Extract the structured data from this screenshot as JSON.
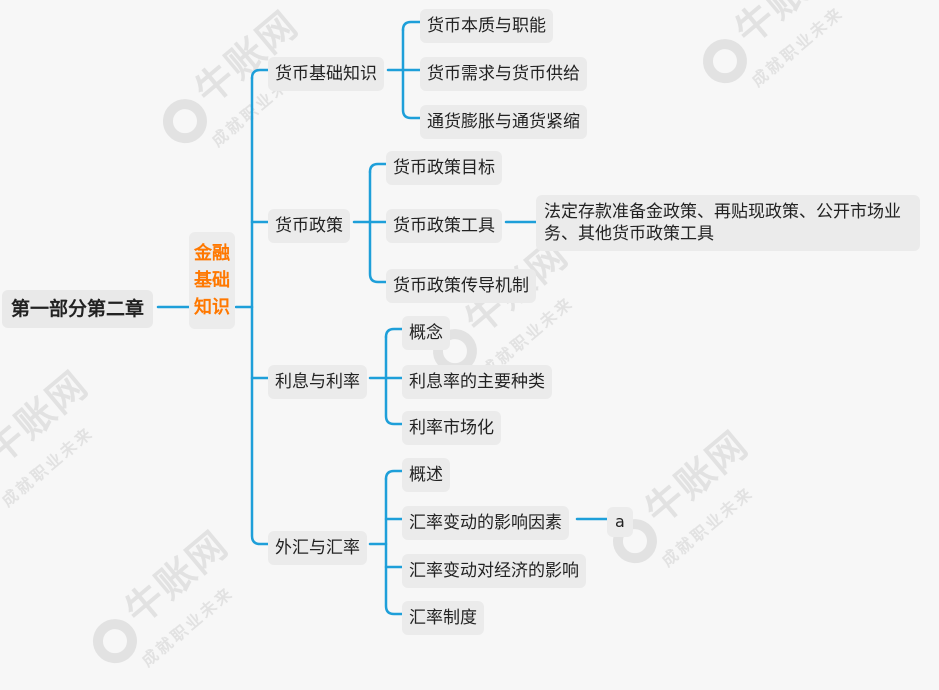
{
  "root": {
    "label": "第一部分第二章"
  },
  "main": {
    "label": "金融基础知识"
  },
  "watermark": {
    "brand": "牛账网",
    "slogan": "成就职业未来"
  },
  "colors": {
    "line": "#1e9fd9",
    "accent": "#ff7800",
    "node_bg": "#ebebeb"
  },
  "branches": [
    {
      "label": "货币基础知识",
      "children": [
        {
          "label": "货币本质与职能"
        },
        {
          "label": "货币需求与货币供给"
        },
        {
          "label": "通货膨胀与通货紧缩"
        }
      ]
    },
    {
      "label": "货币政策",
      "children": [
        {
          "label": "货币政策目标"
        },
        {
          "label": "货币政策工具",
          "detail": "法定存款准备金政策、再贴现政策、公开市场业务、其他货币政策工具"
        },
        {
          "label": "货币政策传导机制"
        }
      ]
    },
    {
      "label": "利息与利率",
      "children": [
        {
          "label": "概念"
        },
        {
          "label": "利息率的主要种类"
        },
        {
          "label": "利率市场化"
        }
      ]
    },
    {
      "label": "外汇与汇率",
      "children": [
        {
          "label": "概述"
        },
        {
          "label": "汇率变动的影响因素",
          "detail": "a"
        },
        {
          "label": "汇率变动对经济的影响"
        },
        {
          "label": "汇率制度"
        }
      ]
    }
  ]
}
